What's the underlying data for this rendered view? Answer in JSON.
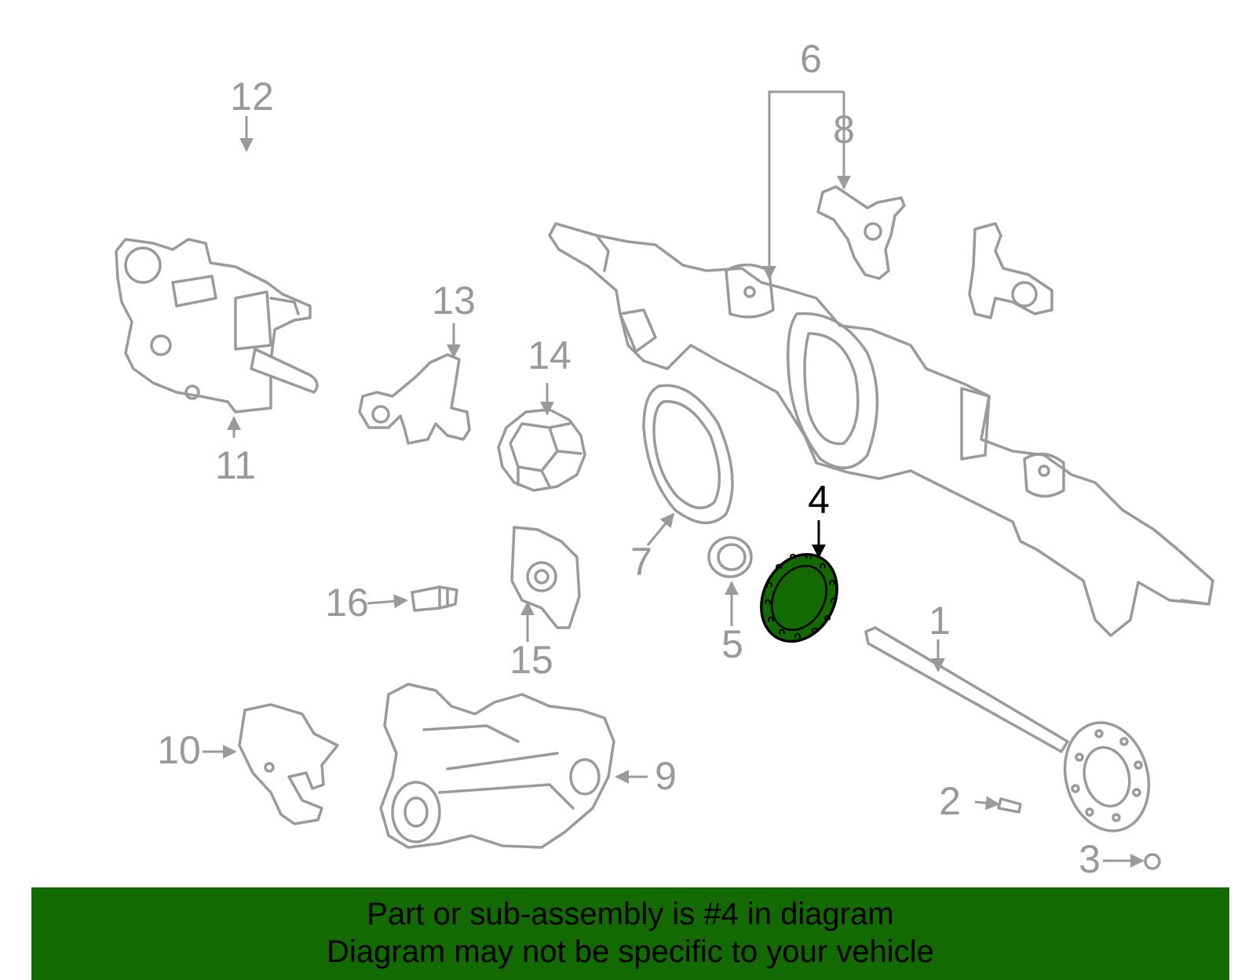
{
  "callouts": [
    "1",
    "2",
    "3",
    "4",
    "5",
    "6",
    "7",
    "8",
    "9",
    "10",
    "11",
    "12",
    "13",
    "14",
    "15",
    "16"
  ],
  "selected_part": "4",
  "colors": {
    "highlight": "#136a00",
    "banner": "#136a00",
    "line": "#9a9a9a"
  },
  "banner": {
    "line1": "Part or sub-assembly is #4 in diagram",
    "line2": "Diagram may not be specific to your vehicle"
  }
}
